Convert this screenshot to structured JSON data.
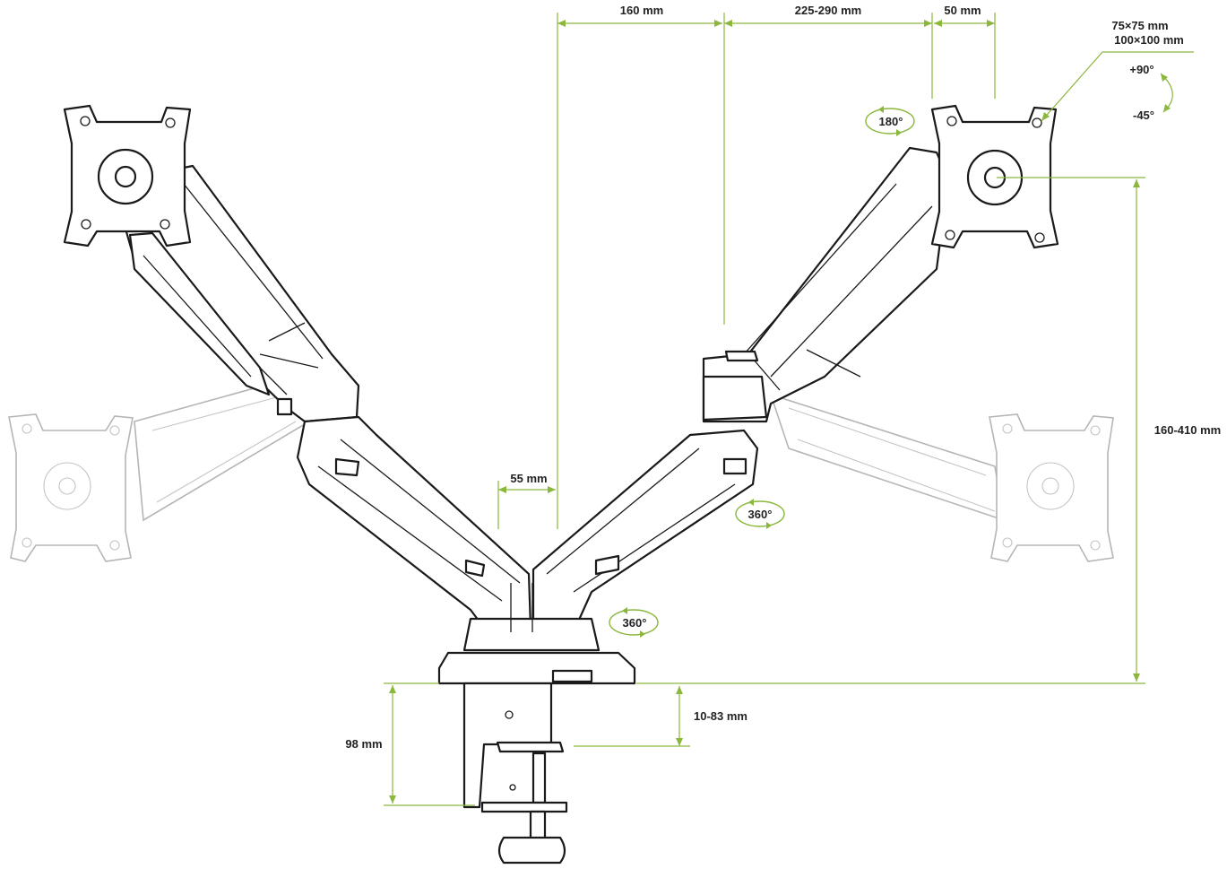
{
  "dimensions": {
    "vesa_line1": "75×75 mm",
    "vesa_line2": "100×100 mm",
    "arm_reach": "160 mm",
    "extension": "225-290 mm",
    "plate_offset": "50 mm",
    "pole_gap": "55 mm",
    "height_range": "160-410 mm",
    "desk_thickness": "10-83 mm",
    "clamp_depth": "98 mm"
  },
  "rotations": {
    "tilt_up": "+90°",
    "tilt_down": "-45°",
    "swivel_head": "180°",
    "swivel_arm": "360°",
    "swivel_base": "360°"
  },
  "colors": {
    "accent": "#8ab73c",
    "line": "#1a1a1a",
    "ghost": "#b5b5b5"
  }
}
